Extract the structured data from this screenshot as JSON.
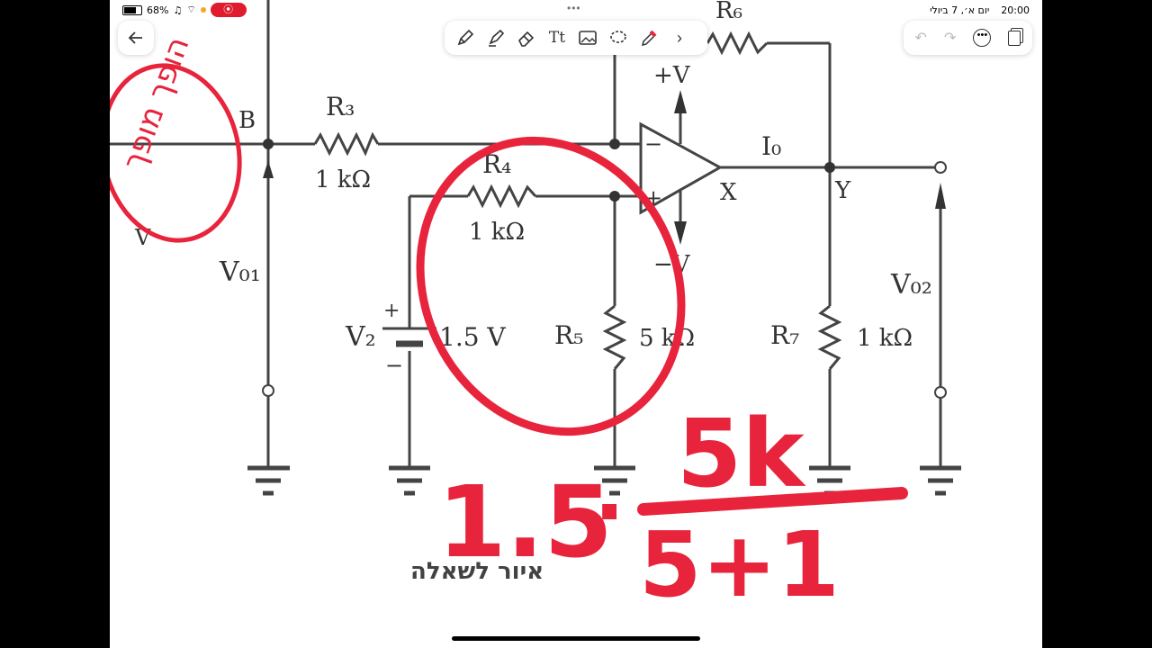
{
  "status_bar": {
    "battery": "68%",
    "date": "יום א׳, 7 ביולי",
    "time": "20:00"
  },
  "toolbar": {
    "tools": [
      "pen-icon",
      "highlighter-icon",
      "eraser-icon",
      "text-tool-icon",
      "image-icon",
      "lasso-icon",
      "marker-icon",
      "chevron-right-icon"
    ]
  },
  "top_right": {
    "icons": [
      "undo-icon",
      "redo-icon",
      "more-icon",
      "copy-icon"
    ]
  },
  "circuit": {
    "node_b": "B",
    "r3": "R₃",
    "r3_value": "1 kΩ",
    "r4": "R₄",
    "r4_value": "1 kΩ",
    "r5": "R₅",
    "r5_value": "5 kΩ",
    "r6": "R₆",
    "r7": "R₇",
    "r7_value": "1 kΩ",
    "plus_v": "+V",
    "minus_v": "−V",
    "minus_input": "−",
    "plus_input": "+",
    "io": "I₀",
    "node_x": "X",
    "node_y": "Y",
    "vo1": "V₀₁",
    "vo2": "V₀₂",
    "v2": "V₂",
    "v2_value": "1.5 V",
    "batt_plus": "+",
    "batt_minus": "−",
    "v_left": "V"
  },
  "caption": "איור לשאלה",
  "annotations": {
    "hebrew_note": "הופך מופך",
    "equation_left": "1.5",
    "dot": "·",
    "fraction_num": "5k",
    "fraction_den": "5+1"
  },
  "colors": {
    "ink": "#e8243c",
    "diagram": "#3a3a3a"
  }
}
